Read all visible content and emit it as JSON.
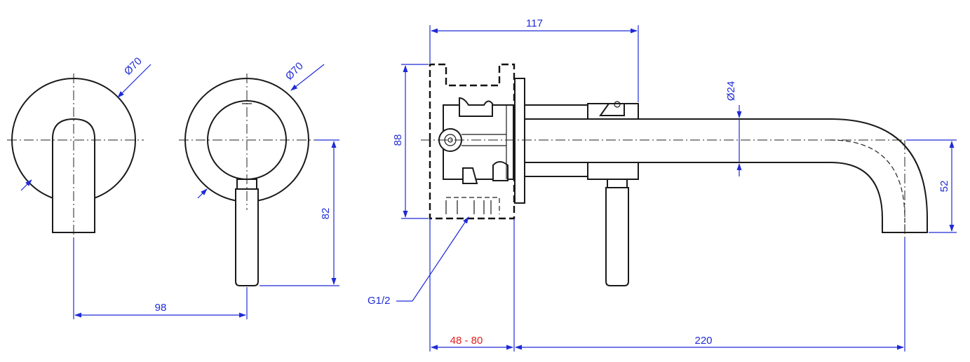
{
  "colors": {
    "dimension": "#1f2bd6",
    "dimension_highlight": "#e0201f",
    "outline": "#1a1a1a",
    "background": "#ffffff"
  },
  "labels": {
    "diameter_plate_left": "Ø70",
    "diameter_plate_right": "Ø70",
    "width_between_views": "98",
    "lever_height": "82",
    "overall_depth": "117",
    "box_height": "88",
    "spout_diameter": "Ø24",
    "spout_drop": "52",
    "thread": "G1/2",
    "wall_depth_range": "48 - 80",
    "spout_reach": "220"
  }
}
